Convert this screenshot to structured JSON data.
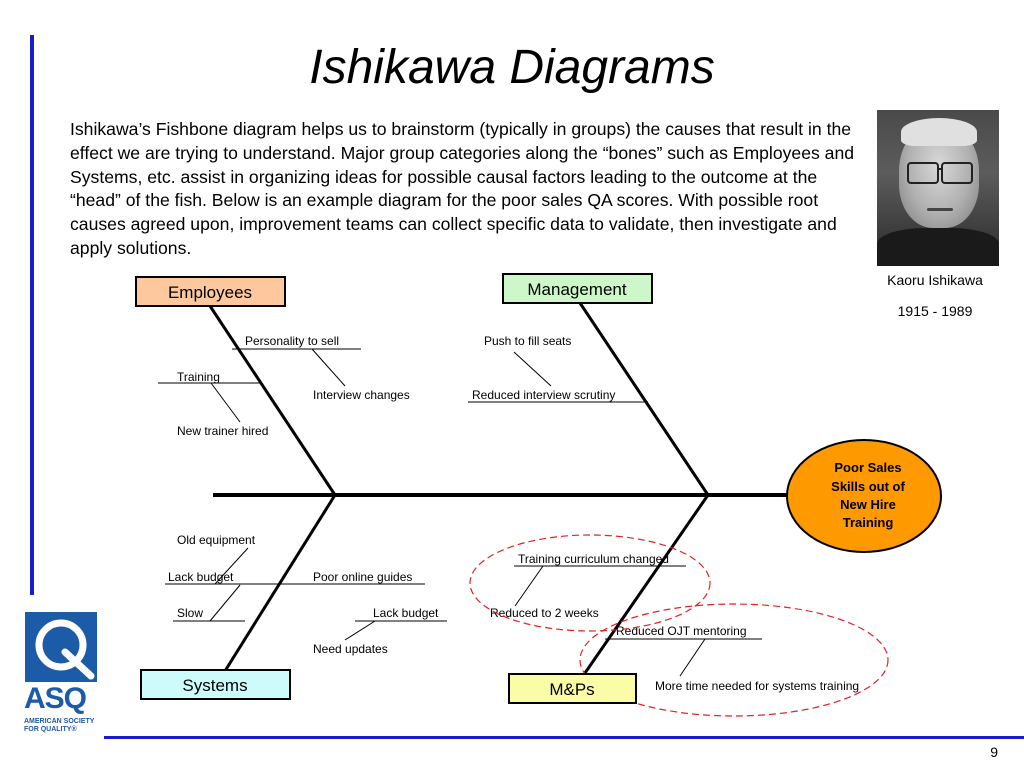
{
  "slide": {
    "title": "Ishikawa Diagrams",
    "intro": "Ishikawa’s Fishbone diagram helps us to brainstorm (typically in groups) the causes that result in the effect we are trying to understand. Major group categories along the “bones” such as Employees and Systems, etc. assist in organizing ideas for possible causal factors leading to the outcome at the “head” of the fish. Below is an example diagram for the poor sales QA scores. With possible root causes agreed upon, improvement teams can collect specific data to validate, then investigate and apply solutions.",
    "photo_caption_name": "Kaoru Ishikawa",
    "photo_caption_years": "1915 - 1989",
    "page_number": "9"
  },
  "logo": {
    "text": "ASQ",
    "subtext_line1": "AMERICAN SOCIETY",
    "subtext_line2": "FOR QUALITY®",
    "color": "#1b5ba8"
  },
  "fishbone": {
    "head": {
      "lines": [
        "Poor Sales",
        "Skills out of",
        "New Hire",
        "Training"
      ],
      "color": "#ff9900"
    },
    "categories": {
      "employees": {
        "label": "Employees",
        "color": "#fdc89d"
      },
      "management": {
        "label": "Management",
        "color": "#cdf7c9"
      },
      "systems": {
        "label": "Systems",
        "color": "#cdfbfb"
      },
      "mps": {
        "label": "M&Ps",
        "color": "#fafca6"
      }
    },
    "causes": {
      "employees": [
        "Personality to sell",
        "Interview changes",
        "Training",
        "New trainer hired"
      ],
      "management": [
        "Push to fill seats",
        "Reduced interview scrutiny"
      ],
      "systems": [
        "Old equipment",
        "Lack budget",
        "Poor online guides",
        "Slow",
        "Lack budget",
        "Need updates"
      ],
      "mps": [
        "Training curriculum changed",
        "Reduced to 2 weeks",
        "Reduced OJT mentoring",
        "More time needed for systems training"
      ]
    },
    "highlight_color": "#e52222"
  }
}
